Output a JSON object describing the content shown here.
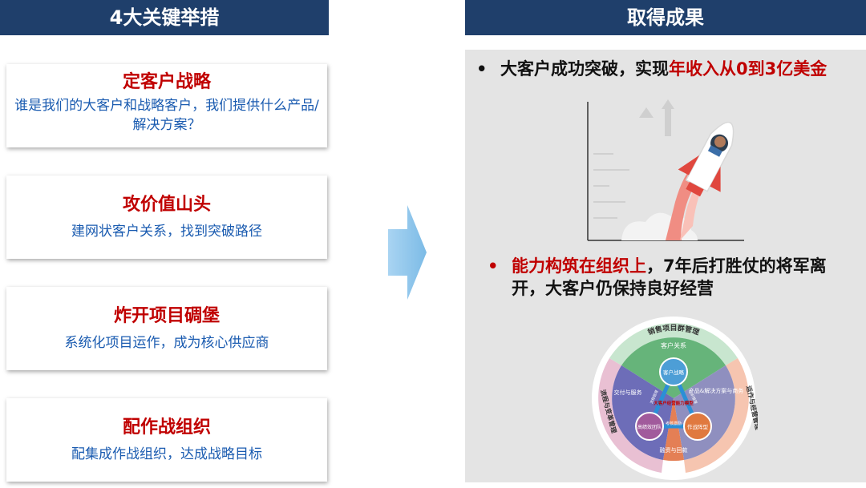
{
  "left_header": "4大关键举措",
  "right_header": "取得成果",
  "cards": [
    {
      "title": "定客户战略",
      "desc": "谁是我们的大客户和战略客户，我们提供什么产品/解决方案？"
    },
    {
      "title": "攻价值山头",
      "desc": "建网状客户关系，找到突破路径"
    },
    {
      "title": "炸开项目碉堡",
      "desc": "系统化项目运作，成为核心供应商"
    },
    {
      "title": "配作战组织",
      "desc": "配集成作战组织，达成战略目标"
    }
  ],
  "results": {
    "b1_prefix": "大客户成功突破，实现",
    "b1_highlight": "年收入从0到3亿美金",
    "b2_highlight": "能力构筑在组织上",
    "b2_rest": "，7年后打胜仗的将军离开，大客户仍保持良好经营"
  },
  "wheel": {
    "outer_top": "销售项目群管理",
    "outer_left": "流程与变革管理",
    "outer_right": "运作与经营管理",
    "seg_top": "客户关系",
    "seg_left": "交付与服务",
    "seg_right": "产品&解决方案与商务",
    "seg_bottom": "融资与回款",
    "node_top": "客户战略",
    "node_left": "高绩效团队",
    "node_right": "作战阵型",
    "center": "大客户经营能力模型",
    "tri_left": "流程管理",
    "tri_right": "组织管理",
    "tri_bottom": "考核激励"
  },
  "colors": {
    "header_bg": "#1f3f6b",
    "title_red": "#c00000",
    "desc_blue": "#1a5bb0",
    "panel_bg": "#e4e4e4"
  }
}
